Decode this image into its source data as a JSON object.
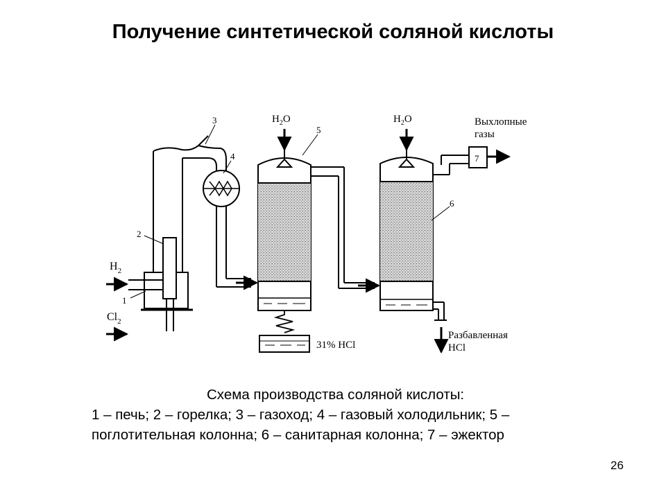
{
  "page": {
    "title": "Получение синтетической соляной кислоты",
    "page_number": "26"
  },
  "caption": {
    "line1": "Схема производства соляной кислоты:",
    "line2": "1 – печь; 2 – горелка; 3 – газоход; 4 – газовый холодильник; 5 –",
    "line3": "поглотительная колонна; 6 – санитарная колонна; 7 – эжектор"
  },
  "diagram": {
    "labels": {
      "h2": "H",
      "h2_sub": "2",
      "cl2": "Cl",
      "cl2_sub": "2",
      "water_1": "H",
      "water_1_sub": "2",
      "water_1_o": "O",
      "water_2": "H",
      "water_2_sub": "2",
      "water_2_o": "O",
      "exhaust_line1": "Выхлопные",
      "exhaust_line2": "газы",
      "product": "31% HCl",
      "dilute_line1": "Разбавленная",
      "dilute_line2": "HCl"
    },
    "numbers": {
      "n1": "1",
      "n2": "2",
      "n3": "3",
      "n4": "4",
      "n5": "5",
      "n6": "6",
      "n7": "7"
    }
  }
}
